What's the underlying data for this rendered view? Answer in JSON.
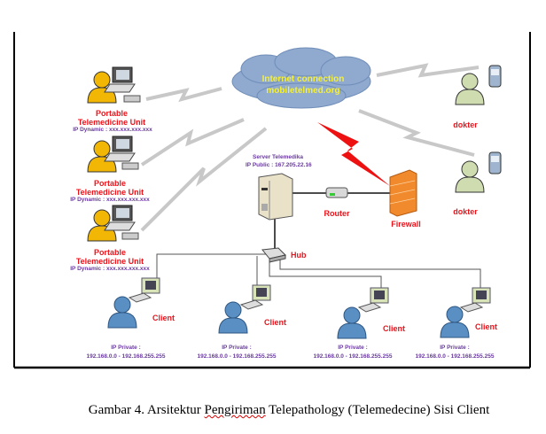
{
  "cloud": {
    "line1": "Internet connection",
    "line2": "mobiletelmed.org"
  },
  "portable_units": [
    {
      "line1": "Portable",
      "line2": "Telemedicine Unit",
      "ip": "IP Dynamic : xxx.xxx.xxx.xxx"
    },
    {
      "line1": "Portable",
      "line2": "Telemedicine Unit",
      "ip": "IP Dynamic : xxx.xxx.xxx.xxx"
    },
    {
      "line1": "Portable",
      "line2": "Telemedicine Unit",
      "ip": "IP Dynamic : xxx.xxx.xxx.xxx"
    }
  ],
  "server": {
    "name": "Server Telemedika",
    "ip": "IP Public : 167.205.22.16"
  },
  "router": "Router",
  "firewall": "Firewall",
  "hub": "Hub",
  "doctors": [
    "dokter",
    "dokter"
  ],
  "clients": [
    {
      "label": "Client",
      "ip_label": "IP Private :",
      "ip_range": "192.168.0.0 - 192.168.255.255"
    },
    {
      "label": "Client",
      "ip_label": "IP Private :",
      "ip_range": "192.168.0.0 - 192.168.255.255"
    },
    {
      "label": "Client",
      "ip_label": "IP Private :",
      "ip_range": "192.168.0.0 - 192.168.255.255"
    },
    {
      "label": "Client",
      "ip_label": "IP Private :",
      "ip_range": "192.168.0.0 - 192.168.255.255"
    }
  ],
  "caption": {
    "prefix": "Gambar 4.  Arsitektur ",
    "underlined": "Pengiriman",
    "suffix": " Telepathology (Telemedecine) Sisi Client"
  },
  "colors": {
    "label_red": "#e8141c",
    "ip_purple": "#6a3aa0",
    "cloud": "#8fa9cf",
    "cloud_text": "#f5f03a",
    "user_yellow": "#f2b705",
    "doctor_green": "#cfdcb0",
    "client_blue": "#5a8fc4",
    "firewall_orange": "#f08a2c"
  }
}
